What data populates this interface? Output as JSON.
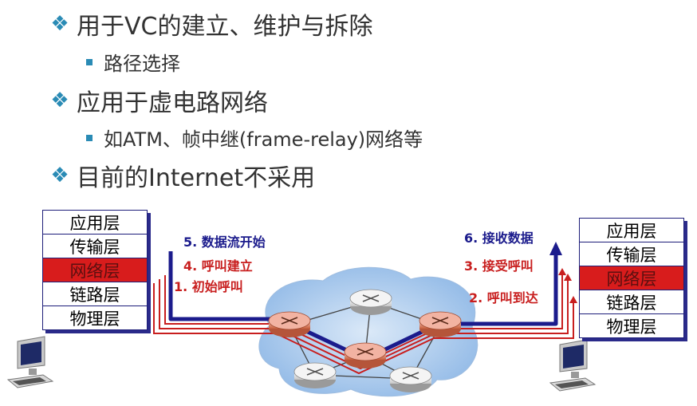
{
  "bullets": [
    {
      "level": 1,
      "text": "用于VC的建立、维护与拆除"
    },
    {
      "level": 2,
      "text": "路径选择"
    },
    {
      "level": 1,
      "text": "应用于虚电路网络"
    },
    {
      "level": 2,
      "text": "如ATM、帧中继(frame-relay)网络等"
    },
    {
      "level": 1,
      "text": "目前的Internet不采用"
    }
  ],
  "left_stack": [
    "应用层",
    "传输层",
    "网络层",
    "链路层",
    "物理层"
  ],
  "right_stack": [
    "应用层",
    "传输层",
    "网络层",
    "链路层",
    "物理层"
  ],
  "left_steps": [
    {
      "num": "5.",
      "text": "数据流开始"
    },
    {
      "num": "4.",
      "text": "呼叫建立"
    },
    {
      "num": "1.",
      "text": "初始呼叫"
    }
  ],
  "right_steps": [
    {
      "num": "6.",
      "text": "接收数据"
    },
    {
      "num": "3.",
      "text": "接受呼叫"
    },
    {
      "num": "2.",
      "text": "呼叫到达"
    }
  ],
  "colors": {
    "bullet": "#2a8bb5",
    "data_path": "#1b1b8c",
    "call_path": "#c81e1e",
    "network_layer": "#d81c1c",
    "cloud": "#a9c8ea"
  },
  "icons": [
    "diamond-bullet-icon",
    "square-bullet-icon",
    "router-icon",
    "computer-icon"
  ]
}
